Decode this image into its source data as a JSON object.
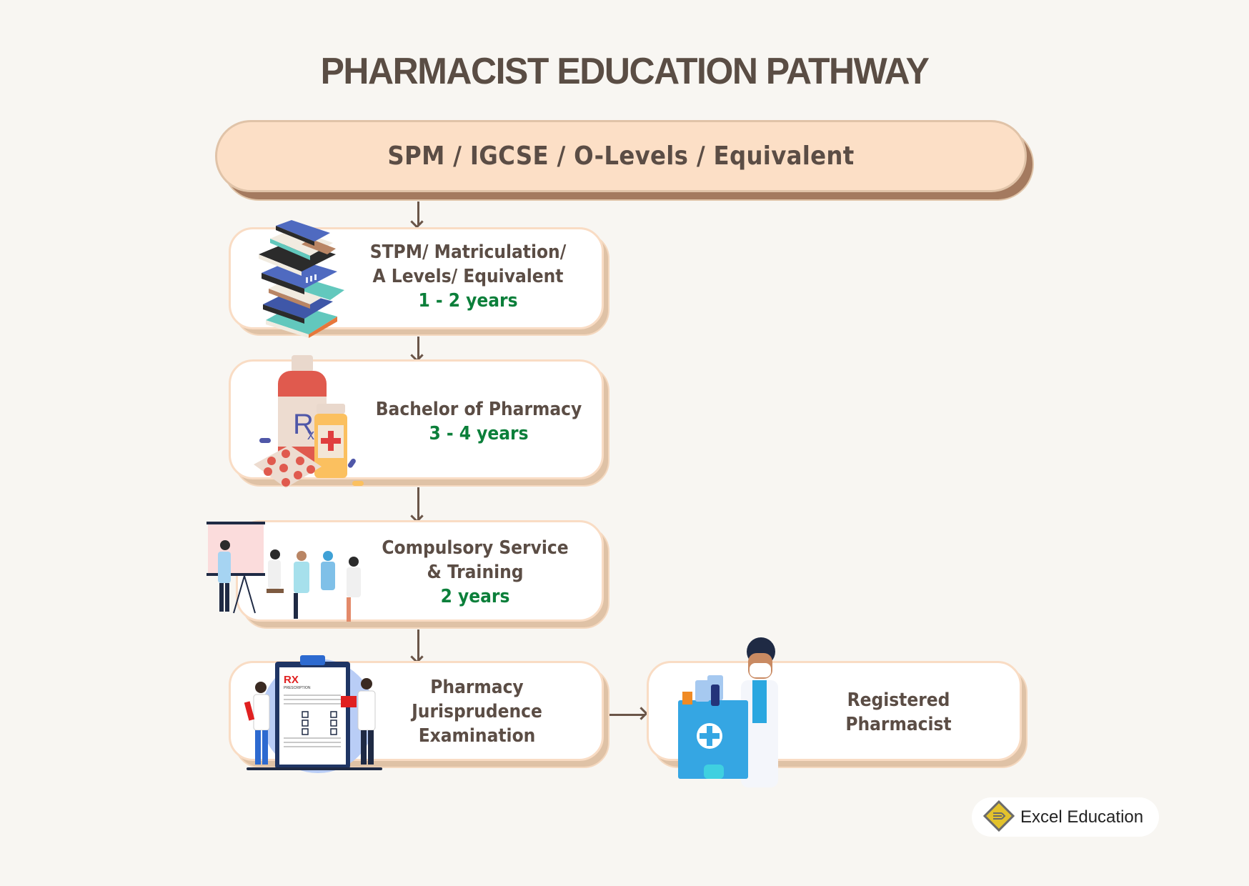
{
  "title": "PHARMACIST EDUCATION PATHWAY",
  "colors": {
    "background": "#f8f6f2",
    "text": "#5b4d45",
    "years": "#0b7f3a",
    "top_box_fill": "#fcdfc6",
    "top_box_shadow": "#a47a5f",
    "step_box_border": "#f9dcc4",
    "step_box_shadow": "#dfc2a6",
    "arrow": "#6a5548"
  },
  "entry": {
    "label": "SPM / IGCSE / O-Levels / Equivalent"
  },
  "steps": [
    {
      "line1": "STPM/ Matriculation/",
      "line2": "A Levels/ Equivalent",
      "years": "1 - 2 years",
      "icon": "stack-of-books-icon"
    },
    {
      "line1": "Bachelor of Pharmacy",
      "years": "3 - 4 years",
      "icon": "medicine-bottles-icon"
    },
    {
      "line1": "Compulsory Service",
      "line2": "& Training",
      "years": "2 years",
      "icon": "training-session-icon"
    },
    {
      "line1": "Pharmacy",
      "line2": "Jurisprudence",
      "line3": "Examination",
      "icon": "prescription-clipboard-icon"
    },
    {
      "line1": "Registered",
      "line2": "Pharmacist",
      "icon": "pharmacist-with-bag-icon"
    }
  ],
  "prescription_label": "RX",
  "prescription_sub": "PRESCRIPTION",
  "footer": {
    "brand": "Excel Education",
    "logo_icon": "excel-education-diamond-logo"
  }
}
